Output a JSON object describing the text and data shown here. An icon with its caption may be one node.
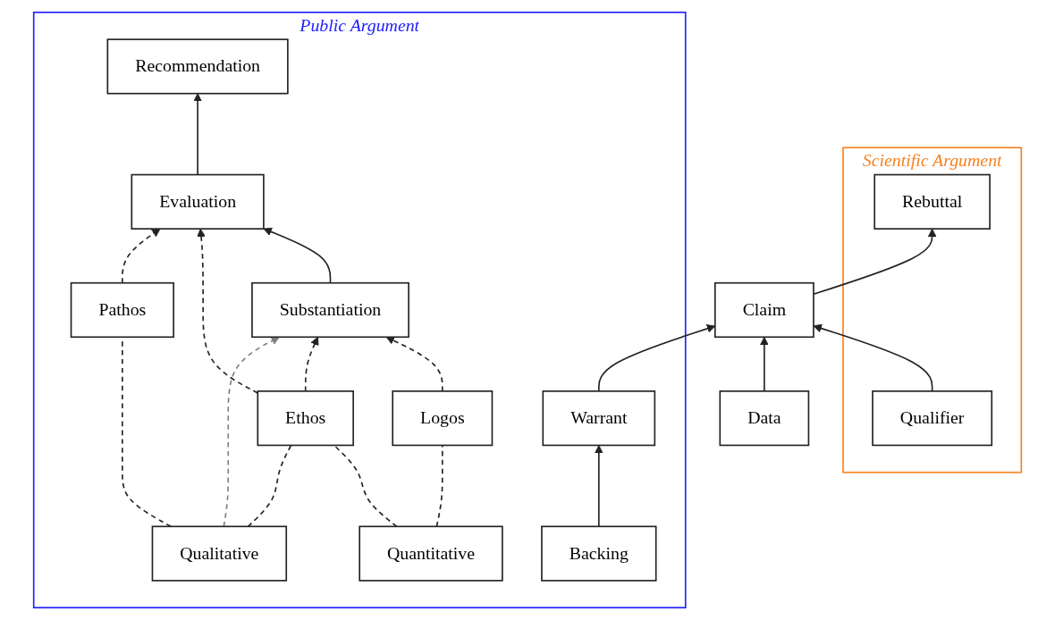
{
  "diagram": {
    "nodes": [
      {
        "text": [
          "Scientific Argument"
        ]
      },
      {
        "text": [
          "Rebuttal"
        ],
        "in": 0
      },
      {
        "text": [
          "Qualifier"
        ],
        "in": 0
      },
      {
        "text": [
          "Public Argument"
        ]
      },
      {
        "text": [
          "Claim"
        ]
      },
      {
        "text": [
          "Substantiation"
        ],
        "in": 3
      },
      {
        "text": [
          "Evaluation"
        ],
        "in": 3
      },
      {
        "text": [
          "Recommendation"
        ],
        "in": 3
      },
      {
        "text": [
          "Warrant"
        ],
        "in": 3
      },
      {
        "text": [
          "Logos"
        ],
        "in": 3
      },
      {
        "text": [
          "Ethos"
        ],
        "in": 3
      },
      {
        "text": [
          "Pathos"
        ],
        "in": 3
      },
      {
        "text": [
          "Backing"
        ],
        "in": 3
      },
      {
        "text": [
          "Data"
        ]
      },
      {
        "text": [
          "Quantitative"
        ],
        "in": 3
      },
      {
        "text": [
          "Qualitative"
        ],
        "in": 3
      }
    ],
    "edges": [
      {
        "from": 4,
        "to": 1,
        "arrow": "to"
      },
      {
        "from": 2,
        "to": 4,
        "arrow": "to"
      },
      {
        "from": 13,
        "to": 4,
        "arrow": "to"
      },
      {
        "from": 8,
        "to": 4,
        "arrow": "to"
      },
      {
        "from": 12,
        "to": 8,
        "arrow": "to"
      },
      {
        "from": 5,
        "to": 6,
        "arrow": "to"
      },
      {
        "from": 6,
        "to": 7,
        "arrow": "to"
      },
      {
        "from": 14,
        "to": 9,
        "arrow": "none",
        "style": "dashed"
      },
      {
        "from": 9,
        "to": 5,
        "arrow": "to",
        "style": "dashed"
      },
      {
        "from": 14,
        "to": 10,
        "arrow": "none",
        "style": "dashed"
      },
      {
        "from": 10,
        "to": 5,
        "arrow": "to",
        "style": "dashed"
      },
      {
        "from": 15,
        "to": 5,
        "arrow": "to",
        "style": "dashed",
        "color": "#808080"
      },
      {
        "from": 15,
        "to": 10,
        "arrow": "none",
        "style": "dashed"
      },
      {
        "from": 10,
        "to": 6,
        "arrow": "to",
        "style": "dashed"
      },
      {
        "from": 15,
        "to": 11,
        "arrow": "none",
        "style": "dashed"
      },
      {
        "from": 11,
        "to": 6,
        "arrow": "to",
        "style": "dashed"
      }
    ]
  }
}
